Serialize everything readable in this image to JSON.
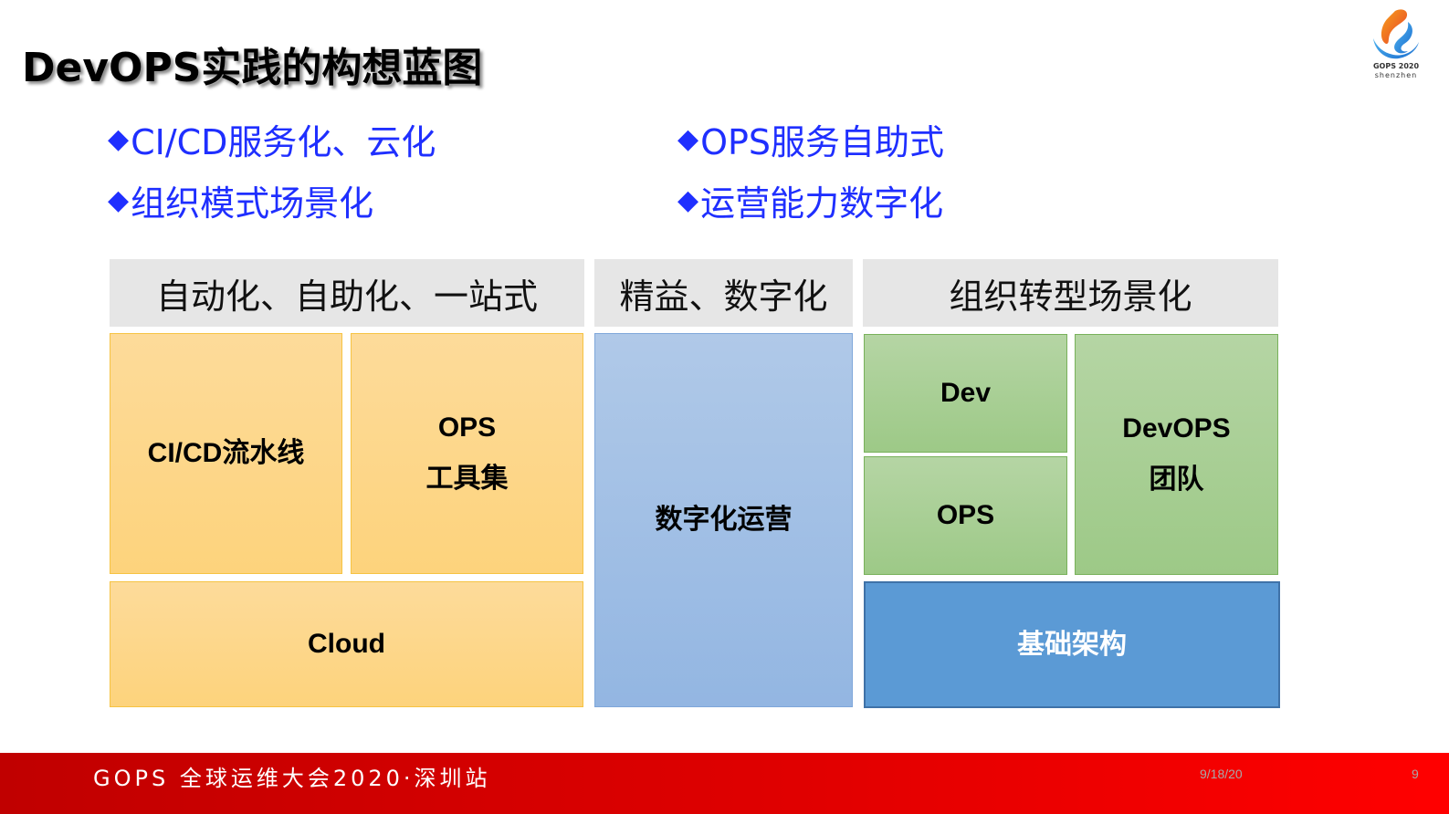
{
  "slide": {
    "title": "DevOPS实践的构想蓝图",
    "logo": {
      "line1": "GOPS 2020",
      "line2": "shenzhen"
    }
  },
  "bullets": [
    {
      "marker": "◆",
      "text": "CI/CD服务化、云化"
    },
    {
      "marker": "◆",
      "text": "OPS服务自助式"
    },
    {
      "marker": "◆",
      "text": "组织模式场景化"
    },
    {
      "marker": "◆",
      "text": "运营能力数字化"
    }
  ],
  "diagram": {
    "headers": [
      "自动化、自助化、一站式",
      "精益、数字化",
      "组织转型场景化"
    ],
    "boxes": {
      "cicd": {
        "lines": [
          "CI/CD流水线"
        ]
      },
      "ops_tools": {
        "lines": [
          "OPS",
          "工具集"
        ]
      },
      "cloud": {
        "lines": [
          "Cloud"
        ]
      },
      "digital_ops": {
        "lines": [
          "数字化运营"
        ]
      },
      "dev": {
        "lines": [
          "Dev"
        ]
      },
      "ops": {
        "lines": [
          "OPS"
        ]
      },
      "devops_team": {
        "lines": [
          "DevOPS",
          "团队"
        ]
      },
      "infra": {
        "lines": [
          "基础架构"
        ]
      }
    },
    "colors": {
      "orange": "#fdd78a",
      "light_blue": "#a4c2e6",
      "green": "#a9cf96",
      "dark_blue": "#5b9ad5",
      "header_gray": "#e6e6e6",
      "bullet_blue": "#1f2fff"
    }
  },
  "footer": {
    "text": "GOPS 全球运维大会2020·深圳站",
    "date": "9/18/20",
    "page": "9",
    "color": "#c00000"
  }
}
